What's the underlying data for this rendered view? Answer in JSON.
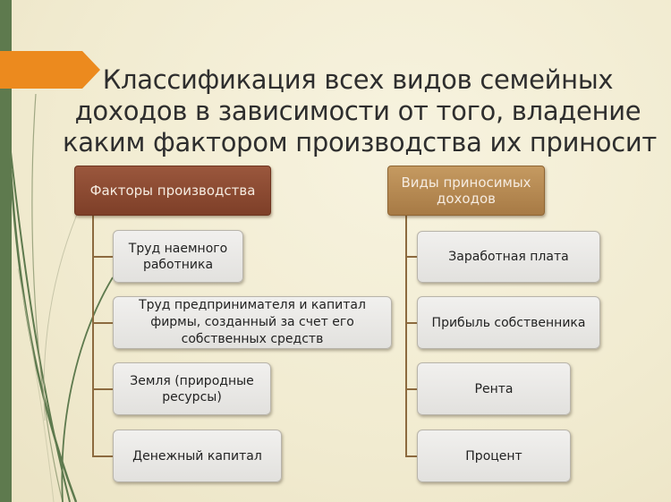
{
  "slide": {
    "title_lines": [
      "Классификация всех видов семейных",
      "доходов в зависимости от того, владение",
      "каким фактором производства их приносит"
    ]
  },
  "diagram": {
    "left": {
      "header": "Факторы производства",
      "items": [
        "Труд наемного работника",
        "Труд предпринимателя и капитал фирмы, созданный за счет его собственных средств",
        "Земля (природные ресурсы)",
        "Денежный капитал"
      ]
    },
    "right": {
      "header": "Виды приносимых доходов",
      "items": [
        "Заработная плата",
        "Прибыль собственника",
        "Рента",
        "Процент"
      ]
    }
  },
  "colors": {
    "left_header": "#8b4a32",
    "right_header": "#b8874f",
    "accent_orange": "#ec8a1e",
    "side_bar_green": "#5e7a4e",
    "connector": "#8c6a3f"
  }
}
